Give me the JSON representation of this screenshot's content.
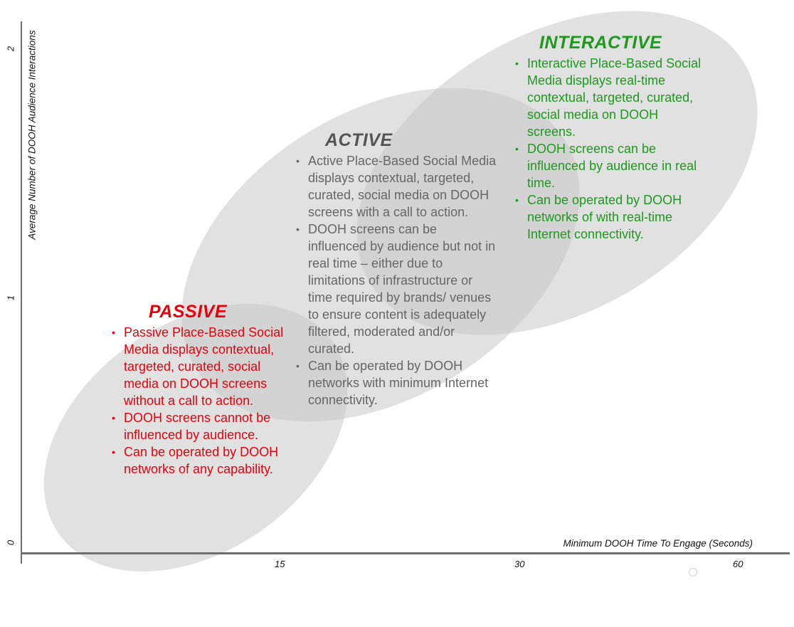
{
  "axes": {
    "y_title": "Average Number of  DOOH Audience Interactions",
    "x_title": "Minimum DOOH Time To Engage (Seconds)",
    "y_ticks": [
      "0",
      "1",
      "2"
    ],
    "x_ticks": [
      "15",
      "30",
      "60"
    ]
  },
  "passive": {
    "title": "PASSIVE",
    "color": "#e8000b",
    "bullets": [
      "Passive Place-Based Social Media displays contextual, targeted, curated, social media on DOOH screens without a call to action.",
      "DOOH screens cannot be influenced by audience.",
      "Can be operated by DOOH networks of any capability."
    ]
  },
  "active": {
    "title": "ACTIVE",
    "color": "#666666",
    "bullets": [
      "Active Place-Based Social Media displays contextual, targeted, curated, social media on DOOH screens with a call to action.",
      "DOOH screens can be influenced by audience but not in real time – either due to limitations of infrastructure or time required by brands/ venues to ensure content is adequately filtered, moderated and/or curated.",
      "Can be operated by DOOH networks with minimum Internet connectivity."
    ]
  },
  "interactive": {
    "title": "INTERACTIVE",
    "color": "#1b9a1b",
    "bullets": [
      "Interactive Place-Based Social Media displays real-time contextual, targeted, curated, social media on DOOH screens.",
      "DOOH screens can be influenced by audience in real time.",
      "Can be operated by DOOH networks of with real-time Internet connectivity."
    ]
  }
}
